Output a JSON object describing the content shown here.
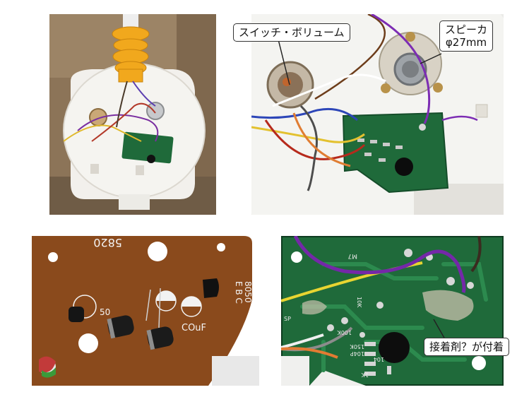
{
  "photos": {
    "top_left": {
      "name": "case-interior-overview"
    },
    "top_right": {
      "name": "case-interior-closeup"
    },
    "bottom_left": {
      "name": "board-component-side"
    },
    "bottom_right": {
      "name": "board-solder-side"
    }
  },
  "callouts": {
    "switch_volume": "スイッチ・ボリューム",
    "speaker_line1": "スピーカ",
    "speaker_line2": "φ27mm",
    "adhesive": "接着剤？が付着"
  },
  "board_markings": {
    "component_side": {
      "part_no": "5820",
      "transistor": "8050",
      "pins": "E B C",
      "cap_value": "COuF",
      "cap_value_2": "50"
    },
    "solder_side": {
      "r1": "100K",
      "r2": "10K",
      "r3": "150K",
      "c1": "104",
      "c2": "104P",
      "r4": "1K",
      "label_m": "M7",
      "label_sp": "SP"
    }
  },
  "colors": {
    "background": "#ffffff",
    "pcb_green": "#1f6a3a",
    "pcb_brown": "#8a4a1c",
    "case_white": "#f1efea",
    "callout_border": "#333333"
  }
}
